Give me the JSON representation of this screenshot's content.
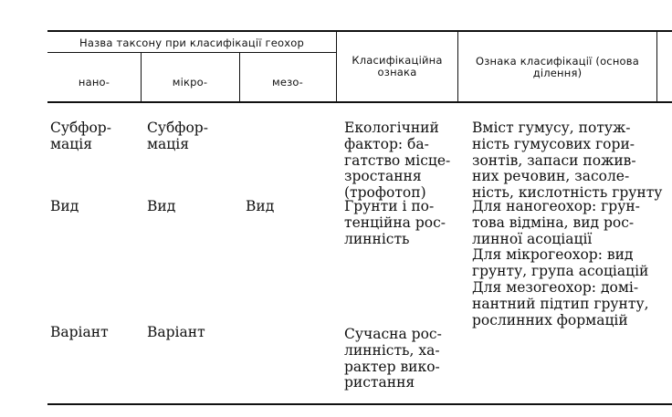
{
  "header": {
    "group_title": "Назва таксону при класифікації геохор",
    "sub": [
      "нано-",
      "мікро-",
      "мезо-"
    ],
    "feature": "Класифікаційна\nознака",
    "basis": "Ознака класифікації (основа\nділення)"
  },
  "rows": [
    {
      "nano": "Субфор-\nмація",
      "micro": "Субфор-\nмація",
      "meso": "",
      "feature": "Екологічний\nфактор: ба-\nгатство місце-\nзростання\n(трофотоп)",
      "basis": "Вміст гумусу, потуж-\nність гумусових гори-\nзонтів, запаси пожив-\nних речовин, засоле-\nність, кислотність грунту"
    },
    {
      "nano": "Вид",
      "micro": "Вид",
      "meso": "Вид",
      "feature": "Грунти і по-\nтенційна рос-\nлинність",
      "basis": "Для наногеохор: грун-\nтова відміна, вид рос-\nлинної асоціації\nДля мікрогеохор: вид\nгрунту, група асоціацій\nДля мезогеохор: домі-\nнантний підтип грунту,\nрослинних формацій"
    },
    {
      "nano": "Варіант",
      "micro": "Варіант",
      "meso": "",
      "feature": "Сучасна рос-\nлинність, ха-\nрактер вико-\nристання",
      "basis": ""
    }
  ]
}
